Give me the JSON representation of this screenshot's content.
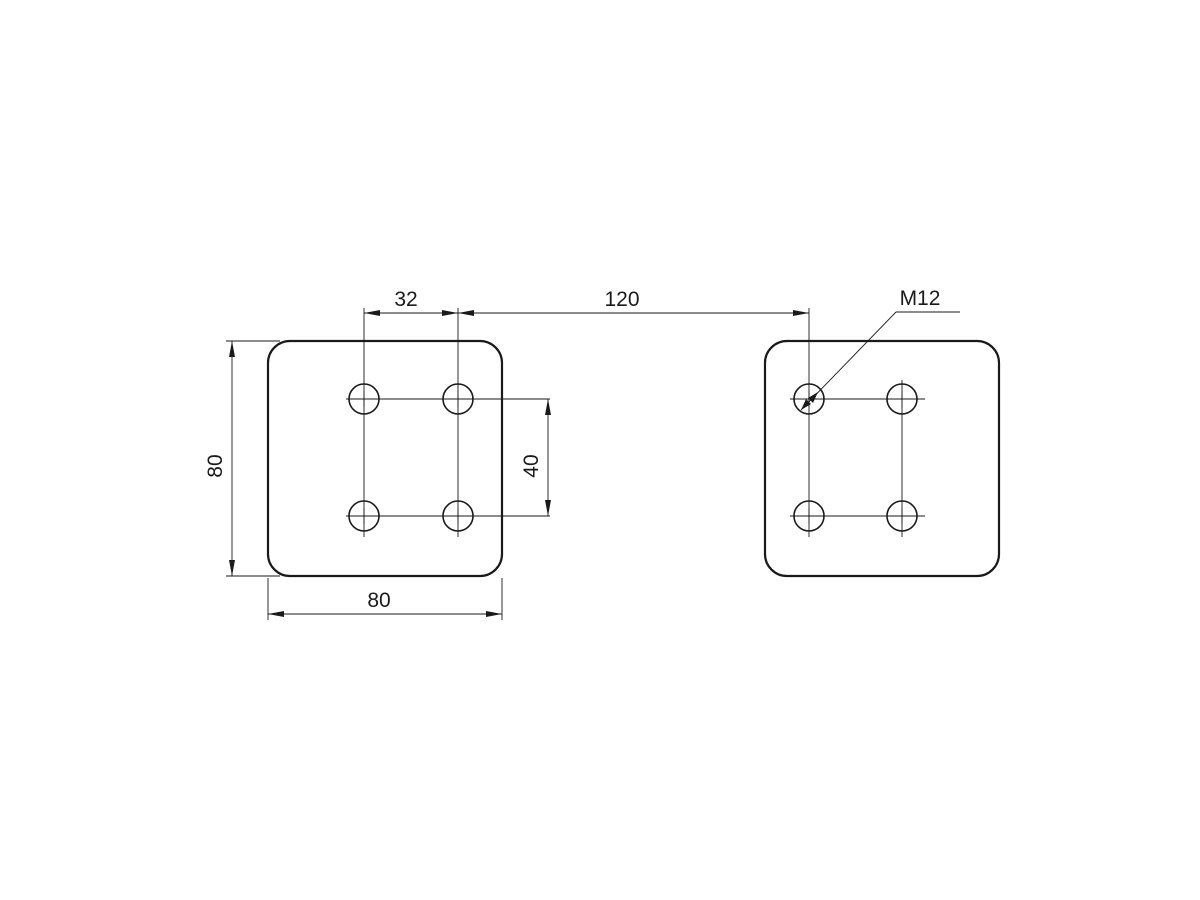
{
  "dimensions": {
    "hole_spacing_x": "32",
    "plate_spacing": "120",
    "thread_callout": "M12",
    "plate_height": "80",
    "hole_spacing_y": "40",
    "plate_width": "80"
  }
}
